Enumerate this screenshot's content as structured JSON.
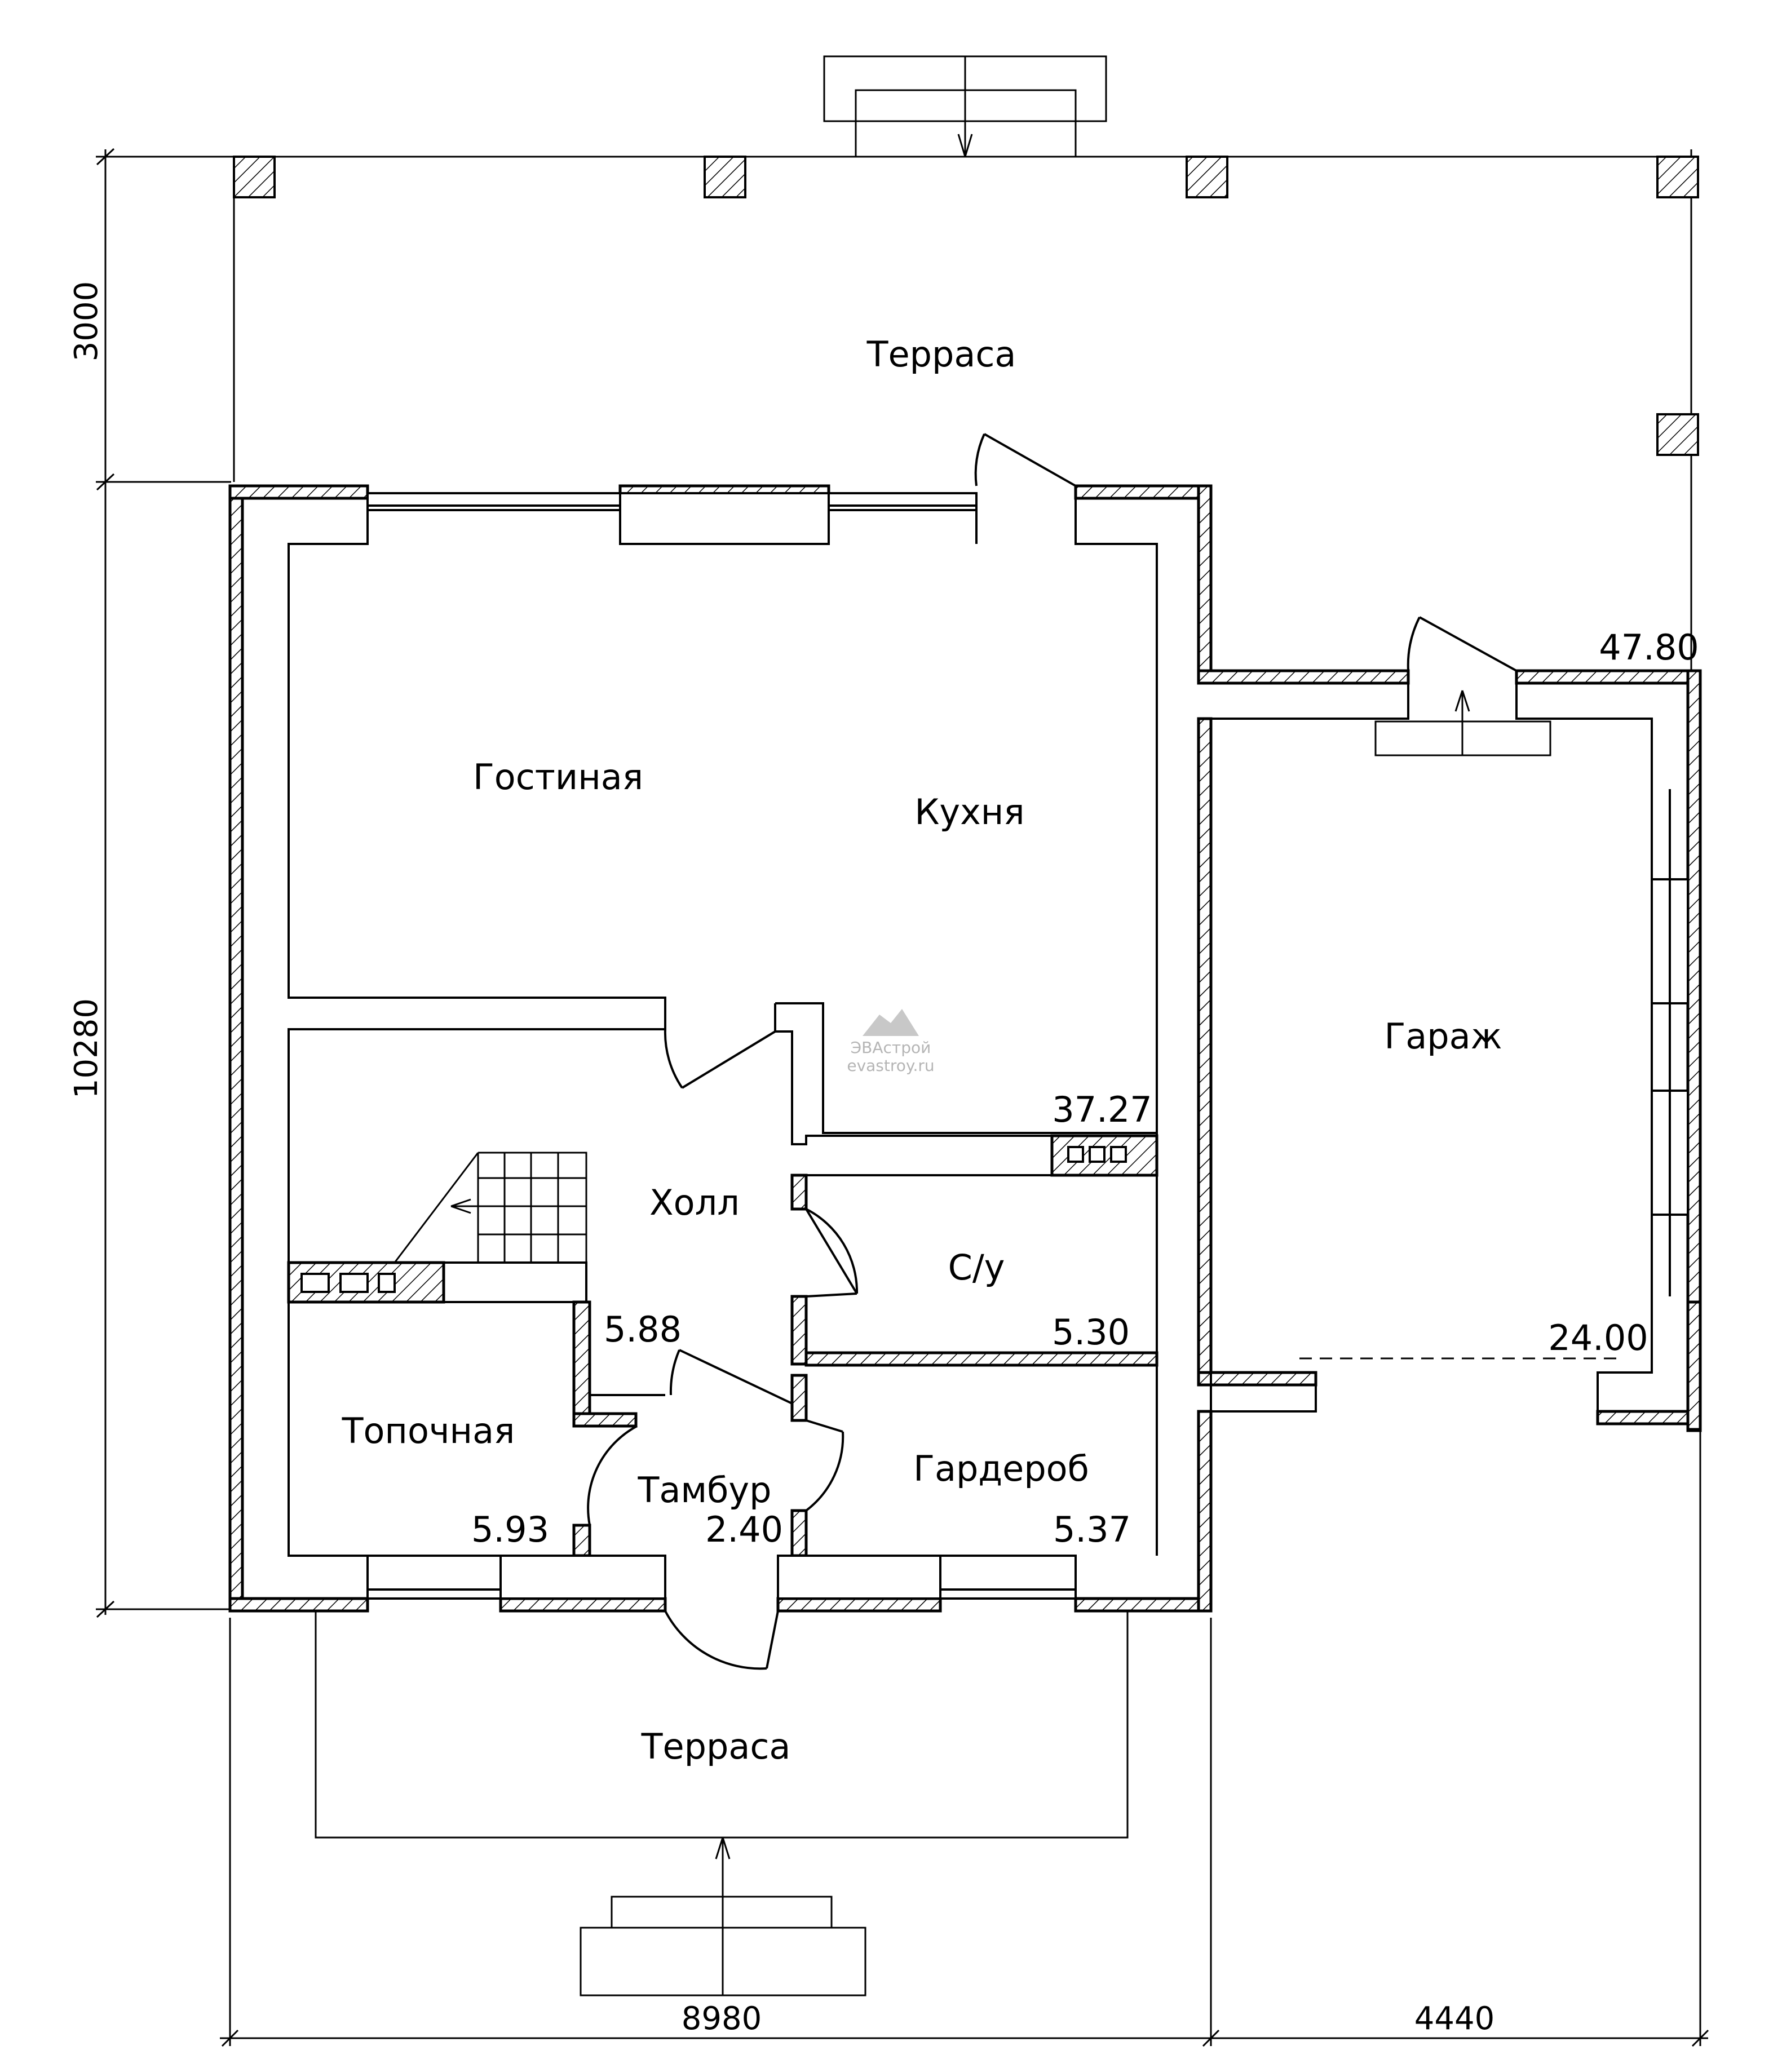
{
  "rooms": {
    "terrace_top": "Терраса",
    "living": "Гостиная",
    "kitchen": "Кухня",
    "garage": "Гараж",
    "hall": "Холл",
    "wc": "С/у",
    "boiler": "Топочная",
    "vestibule": "Тамбур",
    "wardrobe": "Гардероб",
    "terrace_bottom": "Терраса"
  },
  "areas": {
    "garage_top": "47.80",
    "kitchen_living": "37.27",
    "hall": "5.88",
    "wc": "5.30",
    "garage": "24.00",
    "boiler": "5.93",
    "vestibule": "2.40",
    "wardrobe": "5.37"
  },
  "dimensions": {
    "left_top": "3000",
    "left_main": "10280",
    "bottom_main": "8980",
    "bottom_garage": "4440"
  },
  "watermark": {
    "brand": "ЭВАстрой",
    "site": "evastroy.ru"
  }
}
